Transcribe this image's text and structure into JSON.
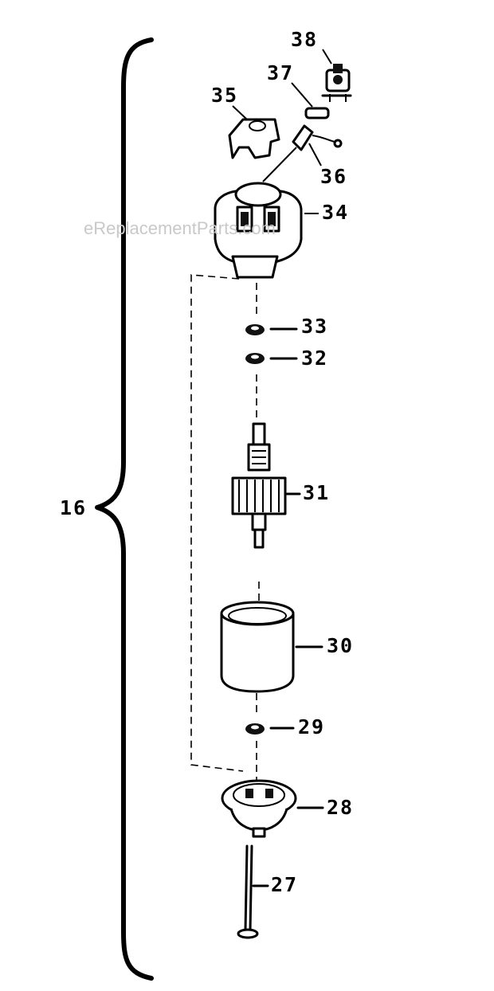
{
  "watermark": "eReplacementParts.com",
  "assembly_label": "16",
  "parts": [
    {
      "id": "38",
      "label": "38"
    },
    {
      "id": "37",
      "label": "37"
    },
    {
      "id": "35",
      "label": "35"
    },
    {
      "id": "36",
      "label": "36"
    },
    {
      "id": "34",
      "label": "34"
    },
    {
      "id": "33",
      "label": "33"
    },
    {
      "id": "32",
      "label": "32"
    },
    {
      "id": "31",
      "label": "31"
    },
    {
      "id": "30",
      "label": "30"
    },
    {
      "id": "29",
      "label": "29"
    },
    {
      "id": "28",
      "label": "28"
    },
    {
      "id": "27",
      "label": "27"
    }
  ]
}
